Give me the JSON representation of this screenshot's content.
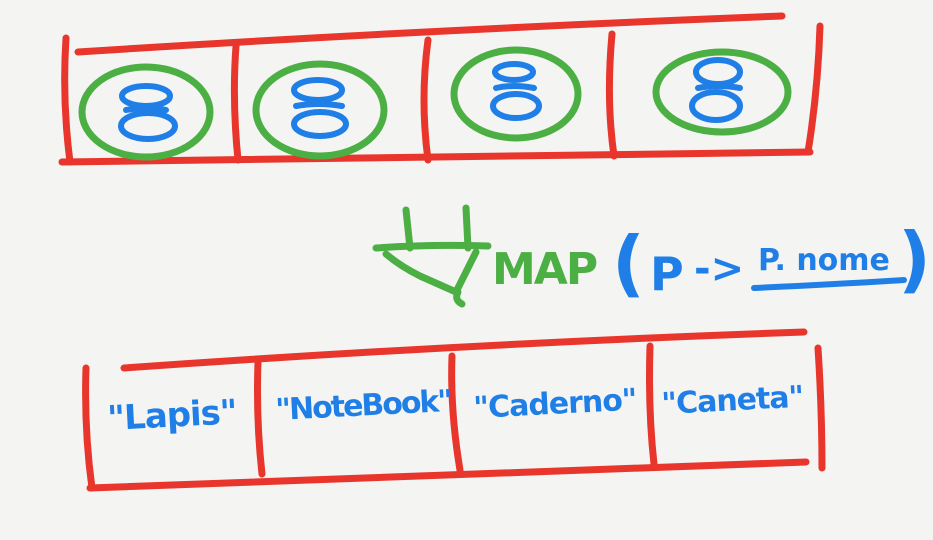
{
  "colors": {
    "array_outline": "#e8362c",
    "object_ring": "#4caf43",
    "ink_blue": "#1f7fe6",
    "background": "#f4f4f3"
  },
  "input_array": {
    "cells": [
      {
        "icon": "object-glyph-icon"
      },
      {
        "icon": "object-glyph-icon"
      },
      {
        "icon": "object-glyph-icon"
      },
      {
        "icon": "object-glyph-icon"
      }
    ]
  },
  "operation": {
    "funnel_icon": "funnel-icon",
    "name": "MAP",
    "open_paren": "(",
    "param": "P",
    "arrow": "->",
    "body": "P. nome",
    "close_paren": ")"
  },
  "output_array": {
    "cells": [
      {
        "label": "\"Lapis\""
      },
      {
        "label": "\"NoteBook\""
      },
      {
        "label": "\"Caderno\""
      },
      {
        "label": "\"Caneta\""
      }
    ]
  }
}
